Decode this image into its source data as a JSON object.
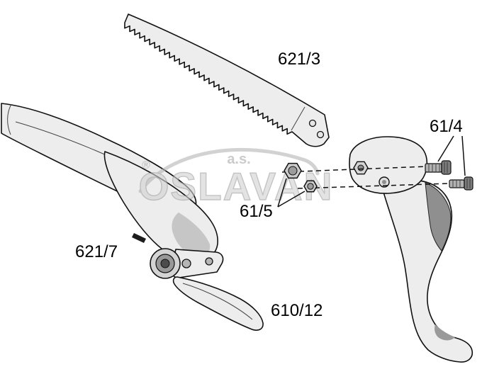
{
  "part_labels": {
    "blade": "621/3",
    "screws": "61/4",
    "nuts": "61/5",
    "body": "621/7",
    "lever": "610/12"
  },
  "watermark": {
    "brand": "OSLAVAN",
    "registered": "®",
    "suffix": "a.s."
  },
  "colors": {
    "line": "#111111",
    "part_fill": "#ededed",
    "dark_fill": "#8f8f8f",
    "watermark_gray": "#c9c9c9",
    "background": "#ffffff"
  }
}
